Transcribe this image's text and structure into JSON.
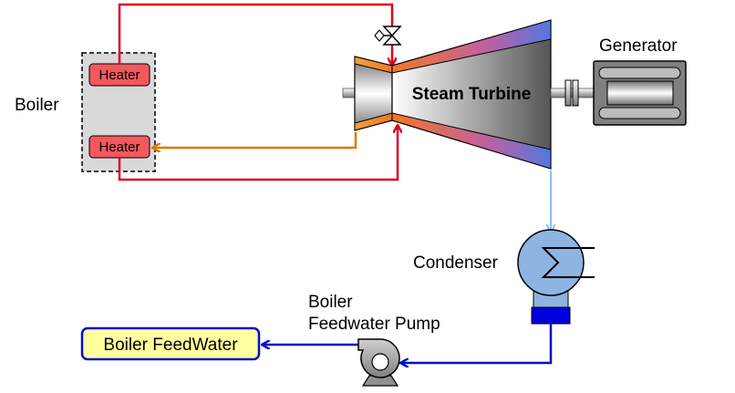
{
  "labels": {
    "boiler": "Boiler",
    "heater_top": "Heater",
    "heater_bottom": "Heater",
    "turbine": "Steam Turbine",
    "generator": "Generator",
    "condenser": "Condenser",
    "pump_line1": "Boiler",
    "pump_line2": "Feedwater Pump",
    "feedwater": "Boiler FeedWater"
  },
  "colors": {
    "main_steam": "#e0001b",
    "reheat_return": "#e07800",
    "exhaust": "#8fbfef",
    "feedwater": "#0010c8",
    "heater_fill": "#f4585c",
    "boiler_fill": "#d9d9d9",
    "feedwater_box_fill": "#ffffa0",
    "condenser_fill": "#8db4e2",
    "hotwell_fill": "#0000e0"
  }
}
